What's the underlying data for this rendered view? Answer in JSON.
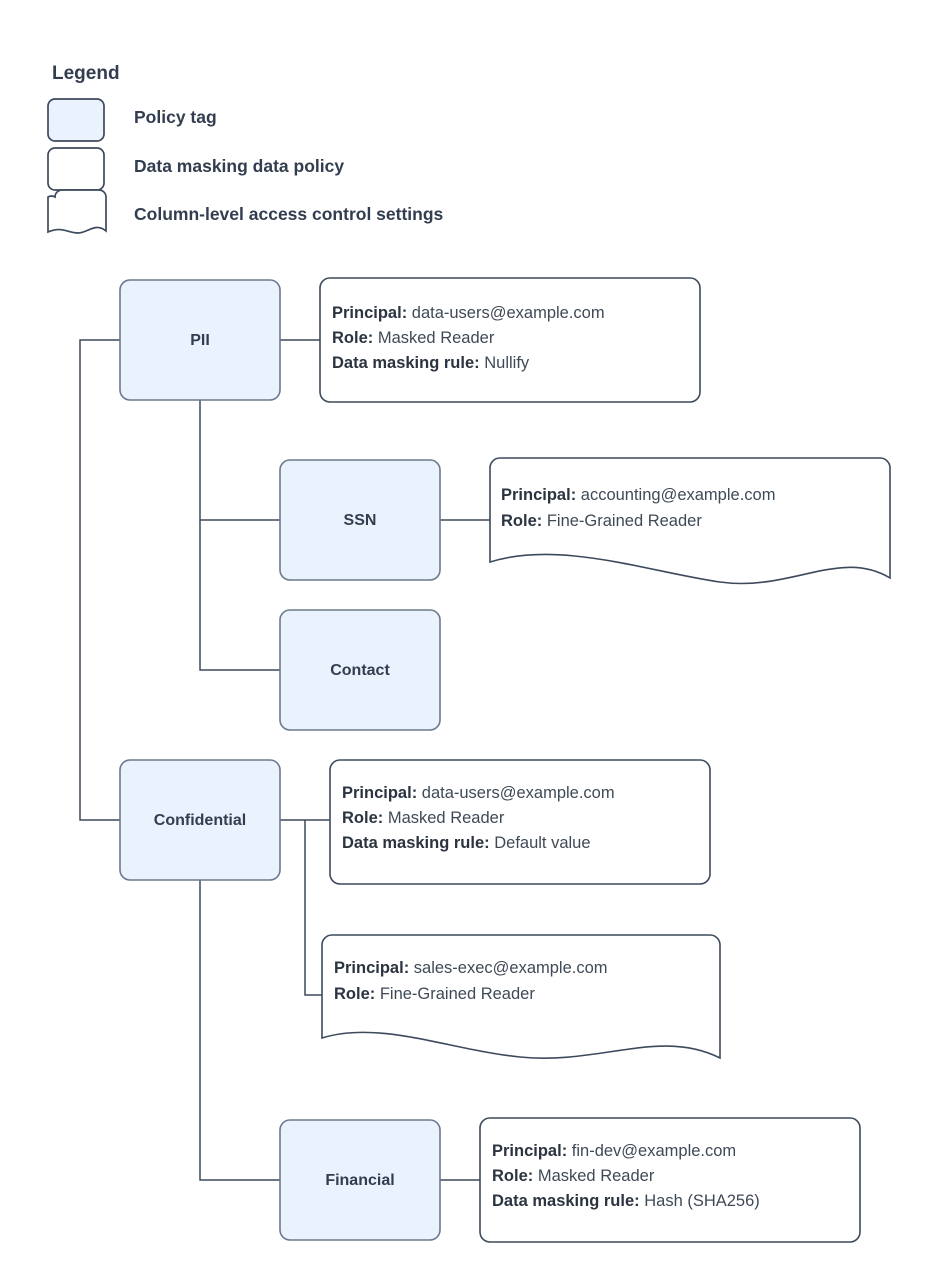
{
  "legend": {
    "title": "Legend",
    "items": [
      {
        "label": "Policy tag",
        "swatch": "rounded-rect-filled"
      },
      {
        "label": "Data masking data policy",
        "swatch": "rounded-rect-plain"
      },
      {
        "label": "Column-level access control settings",
        "swatch": "wavy-document"
      }
    ]
  },
  "nodes": [
    {
      "id": "pii",
      "label": "PII"
    },
    {
      "id": "ssn",
      "label": "SSN"
    },
    {
      "id": "contact",
      "label": "Contact"
    },
    {
      "id": "confidential",
      "label": "Confidential"
    },
    {
      "id": "financial",
      "label": "Financial"
    }
  ],
  "callouts": [
    {
      "id": "pii-callout",
      "shape": "rounded-rect-plain",
      "attached_to": "PII",
      "lines": [
        {
          "key": "Principal:",
          "value": " data-users@example.com"
        },
        {
          "key": "Role:",
          "value": " Masked Reader"
        },
        {
          "key": "Data masking rule:",
          "value": " Nullify"
        }
      ]
    },
    {
      "id": "ssn-callout",
      "shape": "wavy-document",
      "attached_to": "SSN",
      "lines": [
        {
          "key": "Principal:",
          "value": " accounting@example.com"
        },
        {
          "key": "Role:",
          "value": " Fine-Grained Reader"
        }
      ]
    },
    {
      "id": "confidential-callout",
      "shape": "rounded-rect-plain",
      "attached_to": "Confidential",
      "lines": [
        {
          "key": "Principal:",
          "value": " data-users@example.com"
        },
        {
          "key": "Role:",
          "value": " Masked Reader"
        },
        {
          "key": "Data masking rule:",
          "value": " Default value"
        }
      ]
    },
    {
      "id": "sales-exec-callout",
      "shape": "wavy-document",
      "attached_to": "Confidential",
      "lines": [
        {
          "key": "Principal:",
          "value": " sales-exec@example.com"
        },
        {
          "key": "Role:",
          "value": " Fine-Grained Reader"
        }
      ]
    },
    {
      "id": "financial-callout",
      "shape": "rounded-rect-plain",
      "attached_to": "Financial",
      "lines": [
        {
          "key": "Principal:",
          "value": " fin-dev@example.com"
        },
        {
          "key": "Role:",
          "value": " Masked Reader"
        },
        {
          "key": "Data masking rule:",
          "value": " Hash (SHA256)"
        }
      ]
    }
  ],
  "colors": {
    "node_fill": "#eaf2fd",
    "node_stroke": "#6b7a8c",
    "callout_fill": "#ffffff",
    "callout_stroke": "#3d4a5c",
    "text": "#323e4f",
    "connector": "#3d4a5c",
    "background": "#ffffff"
  }
}
